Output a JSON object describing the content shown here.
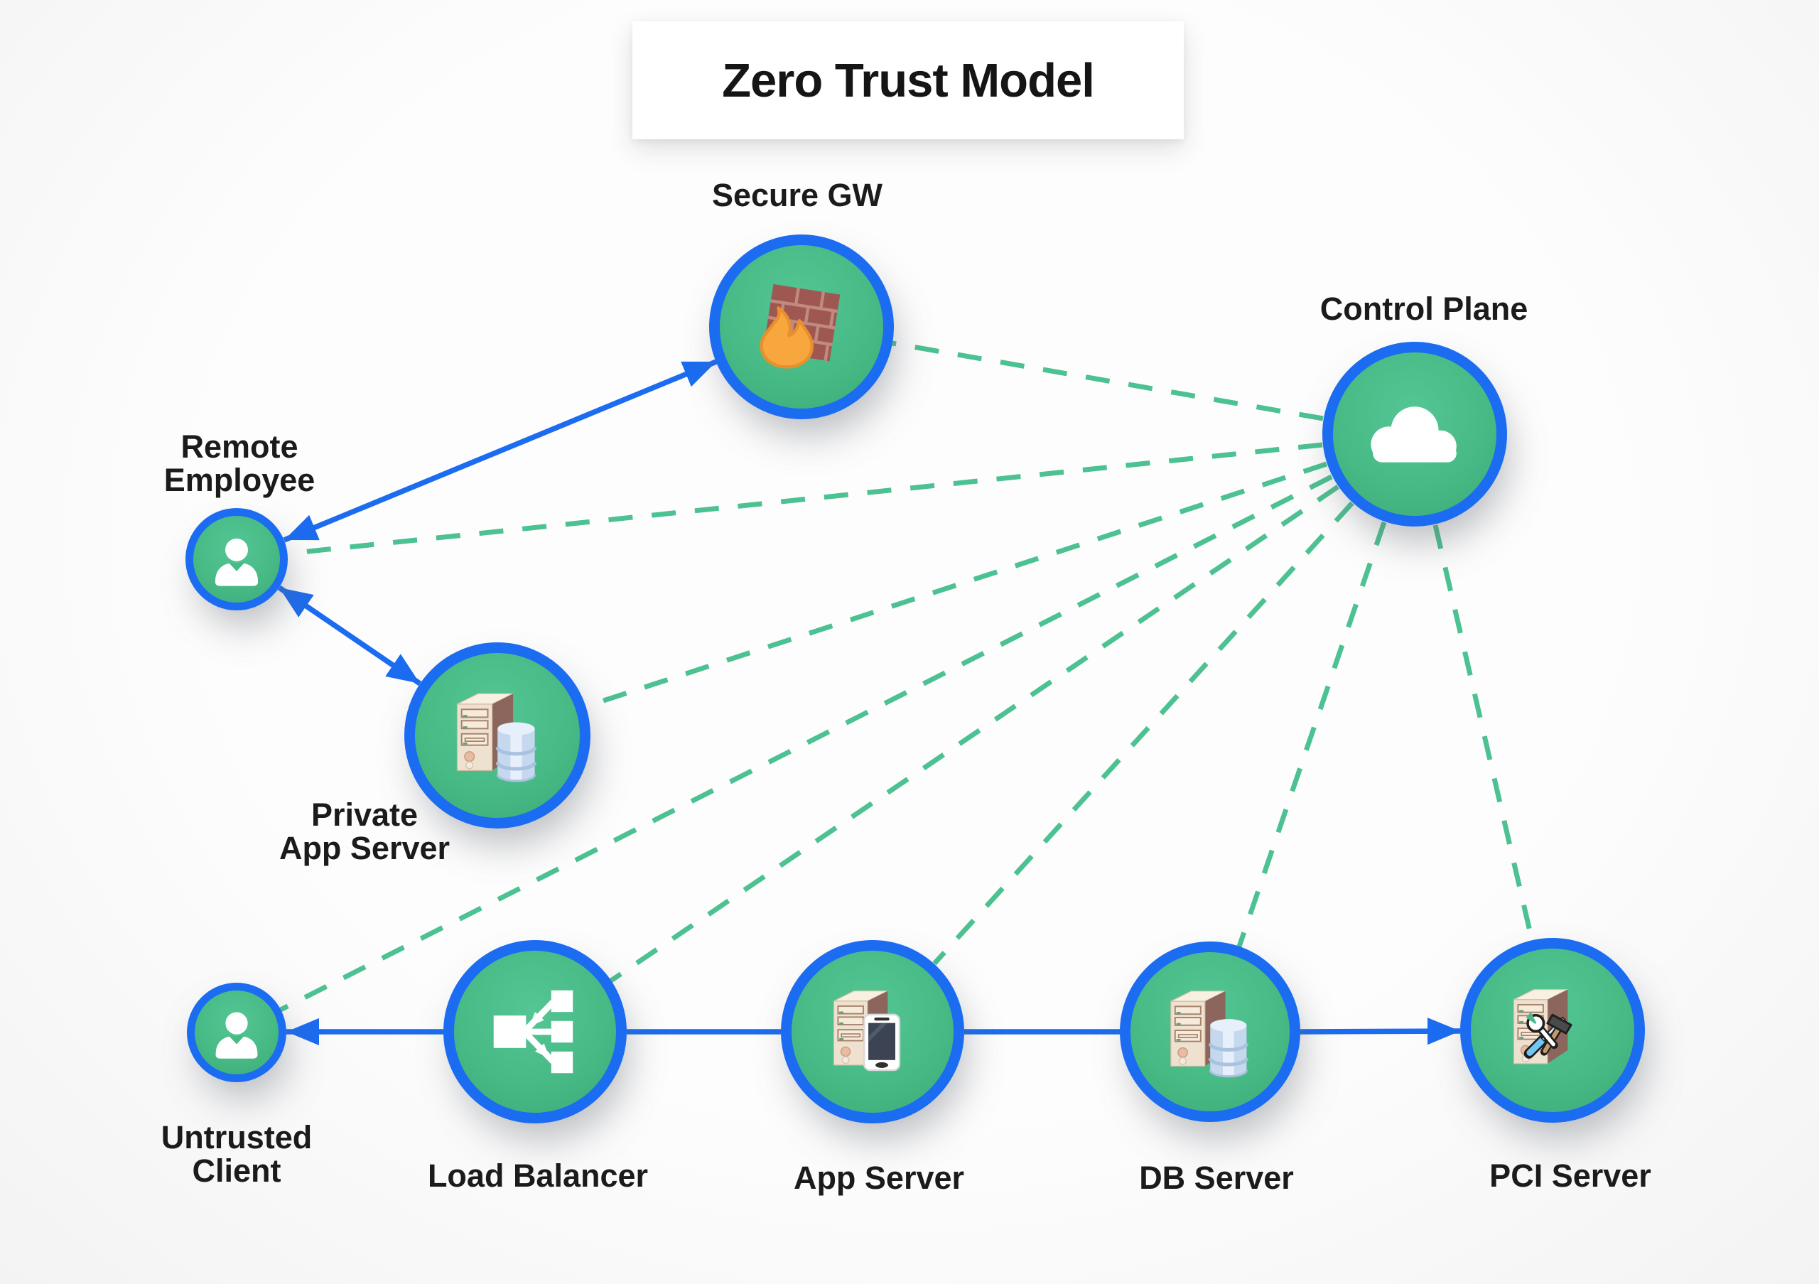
{
  "title": "Zero Trust Model",
  "colors": {
    "background": "#F8F8F9",
    "card_background": "#FFFFFF",
    "label_text": "#1B1B1B",
    "node_fill_green": "#48BC88",
    "node_ring_blue": "#1B6CF0",
    "solid_edge_blue": "#1B6CF0",
    "dashed_edge_green": "#4CC191",
    "firewall_brick": "#9E5751",
    "flame_orange": "#F7A73E",
    "server_tower_front": "#EFE1D0",
    "server_tower_side": "#8C665D",
    "database_blue": "#C6D8EE",
    "phone_screen": "#3C4453",
    "screwdriver_blue": "#6FC7F2",
    "icon_white": "#FFFFFF"
  },
  "nodes": [
    {
      "id": "secure-gw",
      "label": "Secure GW",
      "lines": [
        "Secure GW"
      ],
      "icon": "firewall-icon",
      "size": "large",
      "label_position": "top"
    },
    {
      "id": "control-plane",
      "label": "Control Plane",
      "lines": [
        "Control Plane"
      ],
      "icon": "cloud-icon",
      "size": "large",
      "label_position": "top"
    },
    {
      "id": "remote-employee",
      "label": "Remote Employee",
      "lines": [
        "Remote",
        "Employee"
      ],
      "icon": "user-icon",
      "size": "small",
      "label_position": "top"
    },
    {
      "id": "private-app-server",
      "label": "Private App Server",
      "lines": [
        "Private",
        "App Server"
      ],
      "icon": "server-database-icon",
      "size": "large",
      "label_position": "bottom-left"
    },
    {
      "id": "untrusted-client",
      "label": "Untrusted Client",
      "lines": [
        "Untrusted",
        "Client"
      ],
      "icon": "user-icon",
      "size": "small",
      "label_position": "bottom"
    },
    {
      "id": "load-balancer",
      "label": "Load Balancer",
      "lines": [
        "Load Balancer"
      ],
      "icon": "load-balancer-icon",
      "size": "large",
      "label_position": "bottom"
    },
    {
      "id": "app-server",
      "label": "App Server",
      "lines": [
        "App Server"
      ],
      "icon": "server-phone-icon",
      "size": "large",
      "label_position": "bottom"
    },
    {
      "id": "db-server",
      "label": "DB Server",
      "lines": [
        "DB Server"
      ],
      "icon": "server-database-icon",
      "size": "large",
      "label_position": "bottom"
    },
    {
      "id": "pci-server",
      "label": "PCI Server",
      "lines": [
        "PCI Server"
      ],
      "icon": "server-tools-icon",
      "size": "large",
      "label_position": "bottom"
    }
  ],
  "connections": {
    "solid_blue": [
      {
        "from": "remote-employee",
        "to": "secure-gw",
        "arrows": "both"
      },
      {
        "from": "remote-employee",
        "to": "private-app-server",
        "arrows": "both"
      },
      {
        "from": "load-balancer",
        "to": "untrusted-client",
        "arrows": "end"
      },
      {
        "from": "load-balancer",
        "to": "app-server",
        "arrows": "none"
      },
      {
        "from": "app-server",
        "to": "db-server",
        "arrows": "none"
      },
      {
        "from": "db-server",
        "to": "pci-server",
        "arrows": "end"
      }
    ],
    "dashed_green": [
      {
        "from": "control-plane",
        "to": "secure-gw"
      },
      {
        "from": "control-plane",
        "to": "remote-employee"
      },
      {
        "from": "control-plane",
        "to": "private-app-server"
      },
      {
        "from": "control-plane",
        "to": "untrusted-client"
      },
      {
        "from": "control-plane",
        "to": "load-balancer"
      },
      {
        "from": "control-plane",
        "to": "app-server"
      },
      {
        "from": "control-plane",
        "to": "db-server"
      },
      {
        "from": "control-plane",
        "to": "pci-server"
      }
    ]
  }
}
